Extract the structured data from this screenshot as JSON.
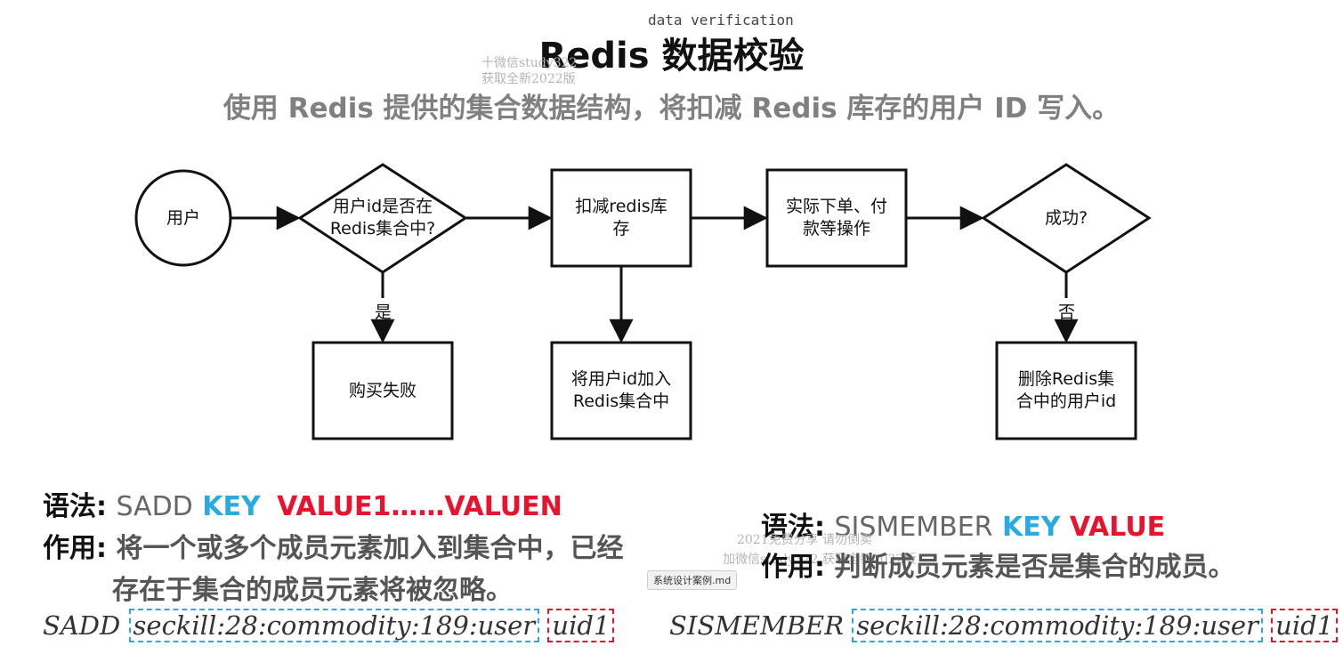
{
  "watermark_top": "data verification",
  "title": "Redis 数据校验",
  "subtitle": "使用 Redis 提供的集合数据结构，将扣减 Redis 库存的用户 ID 写入。",
  "watermarks": {
    "wm1": "十微信study322",
    "wm2": "获取全新2022版",
    "wm3": "2021免费分享 请勿倒卖",
    "wm4": "加微信study322 获取全新2022版"
  },
  "flowchart": {
    "nodes": {
      "user": "用户",
      "check_in_set": "用户id是否在\nRedis集合中?",
      "deduct_stock": "扣减redis库\n存",
      "place_order": "实际下单、付\n款等操作",
      "success": "成功?",
      "purchase_fail": "购买失败",
      "add_user_id": "将用户id加入\nRedis集合中",
      "remove_user_id": "删除Redis集\n合中的用户id"
    },
    "edge_labels": {
      "yes": "是",
      "no": "否"
    }
  },
  "sadd": {
    "syntax_label": "语法:",
    "command": "SADD",
    "key": "KEY",
    "values": "VALUE1……VALUEN",
    "effect_label": "作用:",
    "effect_line1": "将一个或多个成员元素加入到集合中，已经",
    "effect_line2": "存在于集合的成员元素将被忽略。",
    "example_command": "SADD",
    "example_key": "seckill:28:commodity:189:user",
    "example_value": "uid1"
  },
  "sismember": {
    "syntax_label": "语法:",
    "command": "SISMEMBER",
    "key": "KEY",
    "value": "VALUE",
    "effect_label": "作用:",
    "effect_text": "判断成员元素是否是集合的成员。",
    "example_command": "SISMEMBER",
    "example_key": "seckill:28:commodity:189:user",
    "example_value": "uid1"
  },
  "file_tag": "系统设计案例.md",
  "colors": {
    "key": "#29abe2",
    "value": "#e8132d",
    "subtitle": "#808080"
  }
}
